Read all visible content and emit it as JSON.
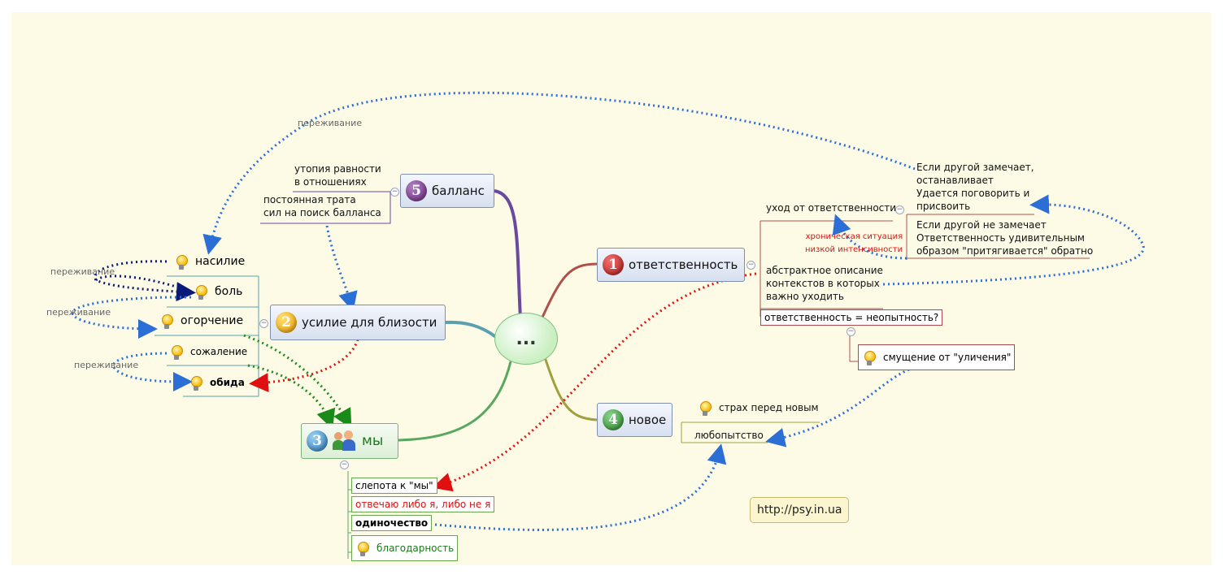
{
  "center": {
    "label": "..."
  },
  "branches": {
    "b1": {
      "num": "1",
      "label": "ответственность",
      "color": "#c0302a"
    },
    "b2": {
      "num": "2",
      "label": "усилие для близости",
      "color": "#f0a400"
    },
    "b3": {
      "num": "3",
      "label": "мы",
      "color": "#3a9ad9"
    },
    "b4": {
      "num": "4",
      "label": "новое",
      "color": "#3aa34a"
    },
    "b5": {
      "num": "5",
      "label": "балланс",
      "color": "#7a3a8c"
    }
  },
  "b1": {
    "uhod": "уход от ответственности",
    "chronic1": "хроническая ситуация",
    "chronic2": "низкой интенсивности",
    "esli1": [
      "Если другой замечает,",
      "останавливает",
      "Удается поговорить и",
      "присвоить"
    ],
    "esli2": [
      "Если другой не замечает",
      "Ответственность удивительным",
      "образом \"притягивается\" обратно"
    ],
    "abstr": [
      "абстрактное описание",
      "контекстов в которых",
      "важно уходить"
    ],
    "neop": "ответственность = неопытность?",
    "smush": "смущение от \"уличения\""
  },
  "b2": {
    "nasilie": "насилие",
    "bol": "боль",
    "ogorch": "огорчение",
    "sozhal": "сожаление",
    "obida": "обида",
    "perezh": "переживание"
  },
  "b3": {
    "slepota": "слепота к \"мы\"",
    "otvechau": "отвечаю либо я, либо не я",
    "odinoch": "одиночество",
    "blagod": "благодарность"
  },
  "b4": {
    "strah": "страх перед новым",
    "lubop": "любопытство"
  },
  "b5": {
    "utopia": [
      "утопия равности",
      "в отношениях"
    ],
    "trata": [
      "постоянная трата",
      "сил на поиск балланса"
    ]
  },
  "url": "http://psy.in.ua"
}
